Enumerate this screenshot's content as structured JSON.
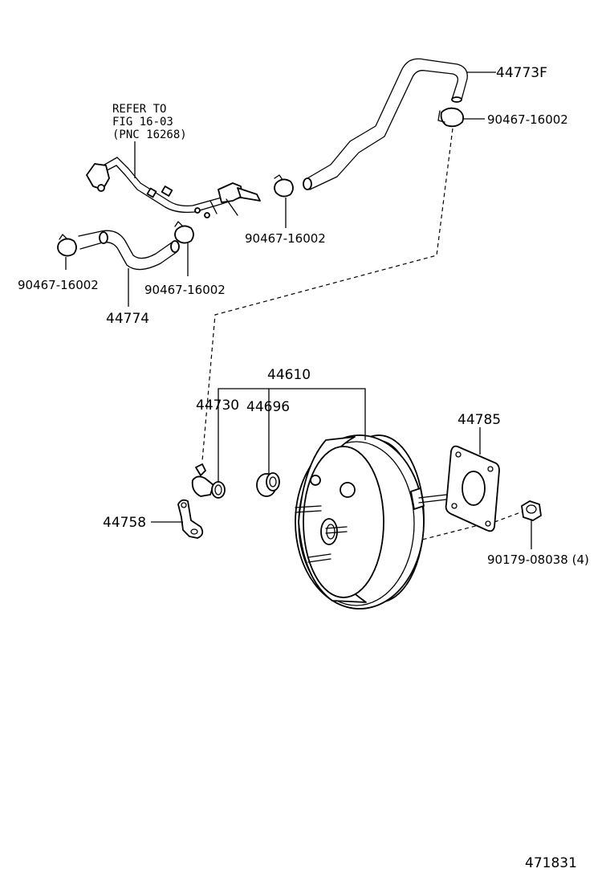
{
  "diagram": {
    "reference_note": {
      "line1": "REFER TO",
      "line2": "FIG 16-03",
      "line3": "(PNC 16268)"
    },
    "labels": {
      "hose_upper": "44773F",
      "clip_upper_right": "90467-16002",
      "clip_middle": "90467-16002",
      "clip_left": "90467-16002",
      "clip_lower": "90467-16002",
      "hose_lower": "44774",
      "booster_assy": "44610",
      "check_valve": "44730",
      "grommet": "44696",
      "gasket": "44785",
      "bracket": "44758",
      "nut": "90179-08038 (4)"
    },
    "figure_number": "471831"
  }
}
